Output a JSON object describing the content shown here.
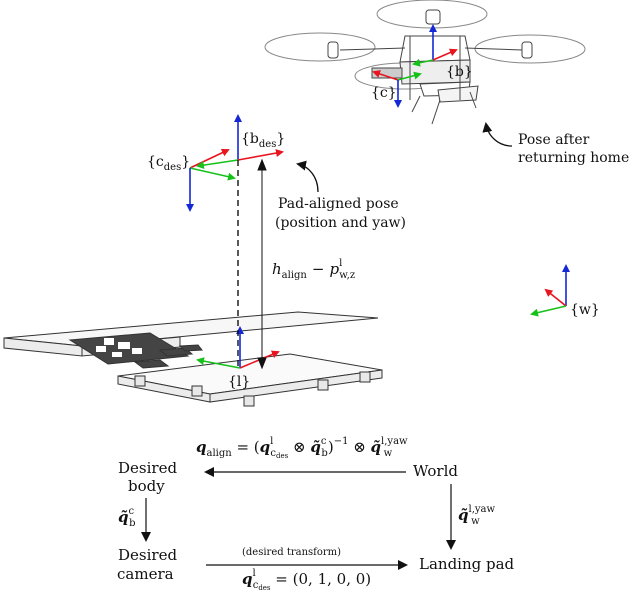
{
  "frames": {
    "body": "{b}",
    "camera": "{c}",
    "body_desired": "{b",
    "body_desired_sub": "des",
    "camera_desired": "{c",
    "camera_desired_sub": "des",
    "landing_pad": "{l}",
    "world": "{w}"
  },
  "annotations": {
    "pose_home_line1": "Pose after",
    "pose_home_line2": "returning home",
    "pad_pose_line1": "Pad-aligned pose",
    "pad_pose_line2": "(position and yaw)",
    "height_h": "h",
    "height_h_sub": "align",
    "height_minus": "−",
    "height_p": "p",
    "height_p_sup": "l",
    "height_p_sub": "w,z"
  },
  "graph": {
    "node_desired_body_1": "Desired",
    "node_desired_body_2": "body",
    "node_world": "World",
    "node_desired_camera_1": "Desired",
    "node_desired_camera_2": "camera",
    "node_landing_pad": "Landing pad",
    "edge_top": {
      "q": "q",
      "q_sub": "align",
      "eq": " = (",
      "q1": "q",
      "q1_sup": "l",
      "q1_sub": "c",
      "q1_subsub": "des",
      "otimes1": " ⊗ ",
      "q2": "q̃",
      "q2_sup": "c",
      "q2_sub": "b",
      "close": ")",
      "inv": "−1",
      "otimes2": " ⊗ ",
      "q3": "q̃",
      "q3_sup": "l,yaw",
      "q3_sub": "w"
    },
    "edge_left": {
      "q": "q̃",
      "sup": "c",
      "sub": "b"
    },
    "edge_right": {
      "q": "q̃",
      "sup": "l,yaw",
      "sub": "w"
    },
    "edge_bottom": {
      "note": "(desired transform)",
      "q": "q",
      "sup": "l",
      "sub": "c",
      "subsub": "des",
      "value": " = (0, 1, 0, 0)"
    }
  },
  "colors": {
    "x_axis": "#e8141e",
    "y_axis": "#16c21a",
    "z_axis": "#1428d6"
  }
}
